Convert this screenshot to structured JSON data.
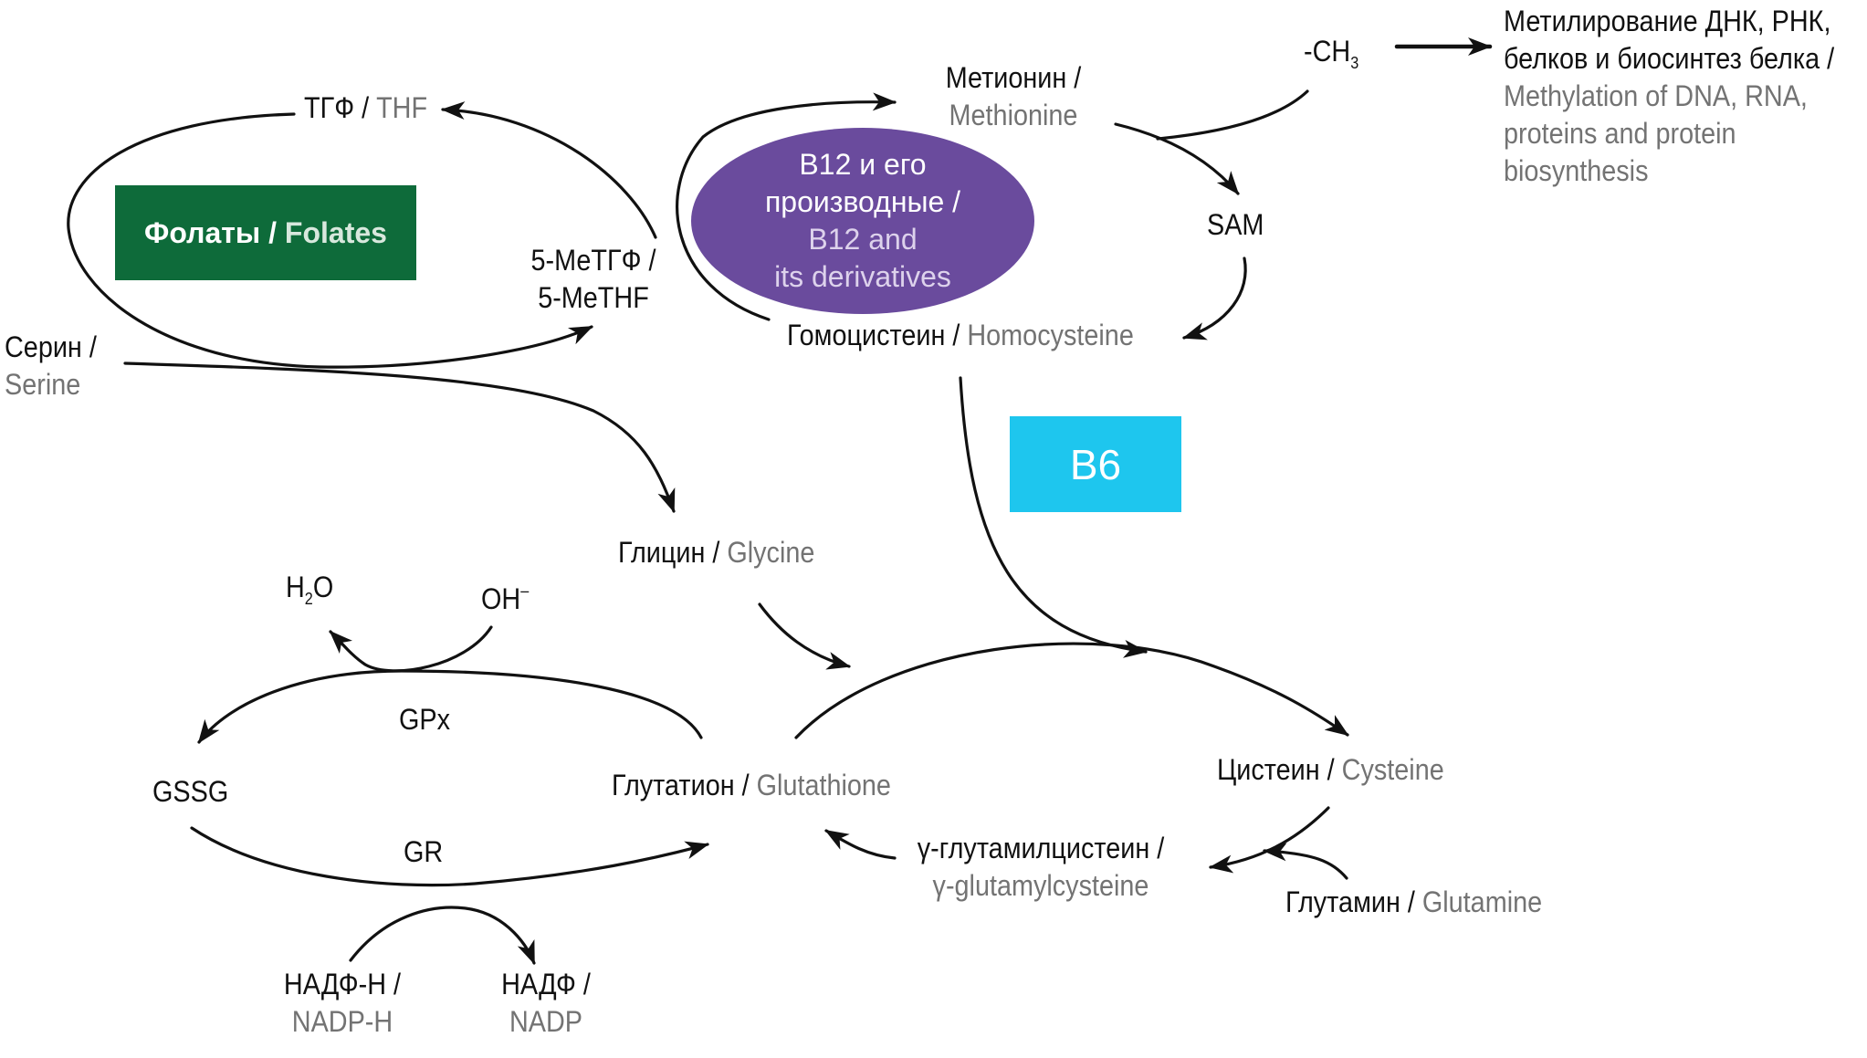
{
  "colors": {
    "folates_box": "#0e6b3a",
    "b12_ellipse": "#6a4b9d",
    "b6_box": "#1ec6ee",
    "line": "#111111",
    "english_text": "#737373"
  },
  "boxes": {
    "folates": {
      "ru": "Фолаты / ",
      "en": "Folates"
    },
    "b12": {
      "ru1": "B12 и его",
      "ru2": "производные /",
      "en1": "B12 and",
      "en2": "its derivatives"
    },
    "b6": {
      "label": "B6"
    }
  },
  "nodes": {
    "thf": {
      "ru": "ТГФ / ",
      "en": "THF"
    },
    "methf": {
      "ru": "5-МеТГФ /",
      "en": "5-MeTHF"
    },
    "serine": {
      "ru": "Серин /",
      "en": "Serine"
    },
    "methionine": {
      "ru": "Метионин /",
      "en": "Methionine"
    },
    "ch3": {
      "base": "-CH",
      "sub": "3"
    },
    "methylation": {
      "ru1": "Метилирование ДНК, РНК,",
      "ru2": "белков и биосинтез белка /",
      "en1": "Methylation of DNA, RNA,",
      "en2": "proteins and protein",
      "en3": "biosynthesis"
    },
    "sam": {
      "label": "SAM"
    },
    "homocysteine": {
      "ru": "Гомоцистеин / ",
      "en": "Homocysteine"
    },
    "glycine": {
      "ru": "Глицин / ",
      "en": "Glycine"
    },
    "h2o": {
      "a": "H",
      "sub": "2",
      "b": "O"
    },
    "oh": {
      "base": "OH",
      "sup": "–"
    },
    "gpx": {
      "label": "GPx"
    },
    "gssg": {
      "label": "GSSG"
    },
    "glutathione": {
      "ru": "Глутатион / ",
      "en": "Glutathione"
    },
    "gr": {
      "label": "GR"
    },
    "cysteine": {
      "ru": "Цистеин / ",
      "en": "Cysteine"
    },
    "gamma_gc": {
      "ru": "γ-глутамилцистеин /",
      "en": "γ-glutamylcysteine"
    },
    "glutamine": {
      "ru": "Глутамин / ",
      "en": "Glutamine"
    },
    "nadph": {
      "ru": "НАДФ-Н /",
      "en": "NADP-H"
    },
    "nadp": {
      "ru": "НАДФ /",
      "en": "NADP"
    }
  }
}
